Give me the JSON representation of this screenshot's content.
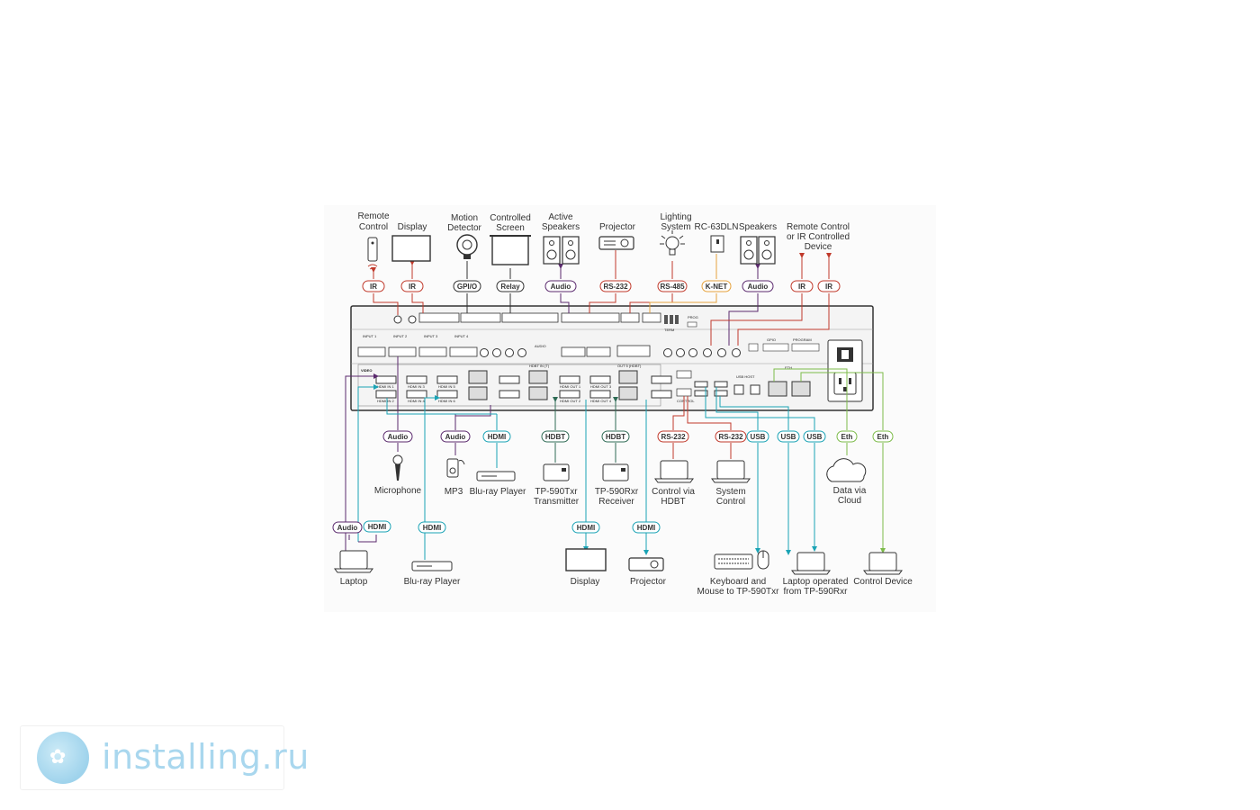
{
  "colors": {
    "ir": "#c0392b",
    "audio": "#5b2a6e",
    "hdmi": "#1aa3b5",
    "hdbt": "#2f6b55",
    "rs232": "#c0392b",
    "usb": "#1aa3b5",
    "eth": "#7dbb4a",
    "knet": "#e6a23c",
    "device_body": "#333333"
  },
  "top_devices": [
    {
      "id": "remote",
      "label": "Remote Control",
      "icon": "remote-icon"
    },
    {
      "id": "display-top",
      "label": "Display",
      "icon": "display-icon"
    },
    {
      "id": "motion",
      "label": "Motion Detector",
      "icon": "motion-detector-icon"
    },
    {
      "id": "screen",
      "label": "Controlled Screen",
      "icon": "screen-icon"
    },
    {
      "id": "active-spk",
      "label": "Active Speakers",
      "icon": "speakers-icon"
    },
    {
      "id": "projector-top",
      "label": "Projector",
      "icon": "projector-icon"
    },
    {
      "id": "lighting",
      "label": "Lighting System",
      "icon": "bulb-icon"
    },
    {
      "id": "rc63",
      "label": "RC-63DLN",
      "icon": "keypad-icon"
    },
    {
      "id": "speakers",
      "label": "Speakers",
      "icon": "speakers-icon"
    },
    {
      "id": "ir-device",
      "label": "Remote Control or IR Controlled Device",
      "icon": "ir-device-icon"
    }
  ],
  "top_pills": [
    "IR",
    "IR",
    "GPI/O",
    "Relay",
    "Audio",
    "RS-232",
    "RS-485",
    "K-NET",
    "Audio",
    "IR",
    "IR"
  ],
  "mid_pills": [
    "Audio",
    "Audio",
    "HDMI",
    "HDBT",
    "HDBT",
    "RS-232",
    "RS-232",
    "USB",
    "USB",
    "USB",
    "Eth",
    "Eth"
  ],
  "mid_devices": [
    {
      "id": "mic",
      "label": "Microphone",
      "icon": "microphone-icon"
    },
    {
      "id": "mp3",
      "label": "MP3",
      "icon": "mp3-player-icon"
    },
    {
      "id": "bluray-mid",
      "label": "Blu-ray Player",
      "icon": "bluray-icon"
    },
    {
      "id": "tp590txr",
      "label": "TP-590Txr Transmitter",
      "icon": "transmitter-icon"
    },
    {
      "id": "tp590rxr",
      "label": "TP-590Rxr Receiver",
      "icon": "receiver-icon"
    },
    {
      "id": "ctrl-hdbt",
      "label": "Control via HDBT",
      "icon": "laptop-icon"
    },
    {
      "id": "sys-ctrl",
      "label": "System Control",
      "icon": "laptop-icon"
    },
    {
      "id": "cloud",
      "label": "Data via Cloud",
      "icon": "cloud-icon"
    }
  ],
  "bottom_pills": [
    "Audio",
    "HDMI",
    "HDMI",
    "HDMI",
    "HDMI"
  ],
  "bottom_devices": [
    {
      "id": "laptop",
      "label": "Laptop",
      "icon": "laptop-icon"
    },
    {
      "id": "bluray-bottom",
      "label": "Blu-ray Player",
      "icon": "bluray-icon"
    },
    {
      "id": "display-bottom",
      "label": "Display",
      "icon": "display-icon"
    },
    {
      "id": "projector-bottom",
      "label": "Projector",
      "icon": "projector-icon"
    },
    {
      "id": "kbd",
      "label": "Keyboard and Mouse to TP-590Txr",
      "icon": "keyboard-mouse-icon"
    },
    {
      "id": "laptop-rxr",
      "label": "Laptop operated from TP-590Rxr",
      "icon": "laptop-icon"
    },
    {
      "id": "ctrl-device",
      "label": "Control Device",
      "icon": "laptop-icon"
    }
  ],
  "panel": {
    "audio_label": "AUDIO",
    "video_label": "VIDEO",
    "term_label": "TERM",
    "prog_label": "PROG",
    "eth_label": "ETH",
    "usb_host_label": "USB HOST",
    "hdbt_in_label": "HDBT IN (T)",
    "hdbt_out_label": "OUT 5 (HDBT)",
    "hdmi_in_labels": [
      "HDMI IN 1",
      "HDMI IN 3",
      "HDMI IN 5",
      "HDMI IN 2",
      "HDMI IN 4",
      "HDMI IN 6"
    ],
    "hdmi_out_labels": [
      "HDMI OUT 1",
      "HDMI OUT 3",
      "HDMI OUT 2",
      "HDMI OUT 4"
    ],
    "audio_in_labels": [
      "INPUT 1",
      "INPUT 2",
      "INPUT 3",
      "INPUT 4"
    ],
    "gpio_label": "GPIO",
    "program_label": "PROGRAM",
    "control_label": "CONTROL"
  },
  "watermark": {
    "text": "installing.ru",
    "logo_glyph": "✿"
  }
}
